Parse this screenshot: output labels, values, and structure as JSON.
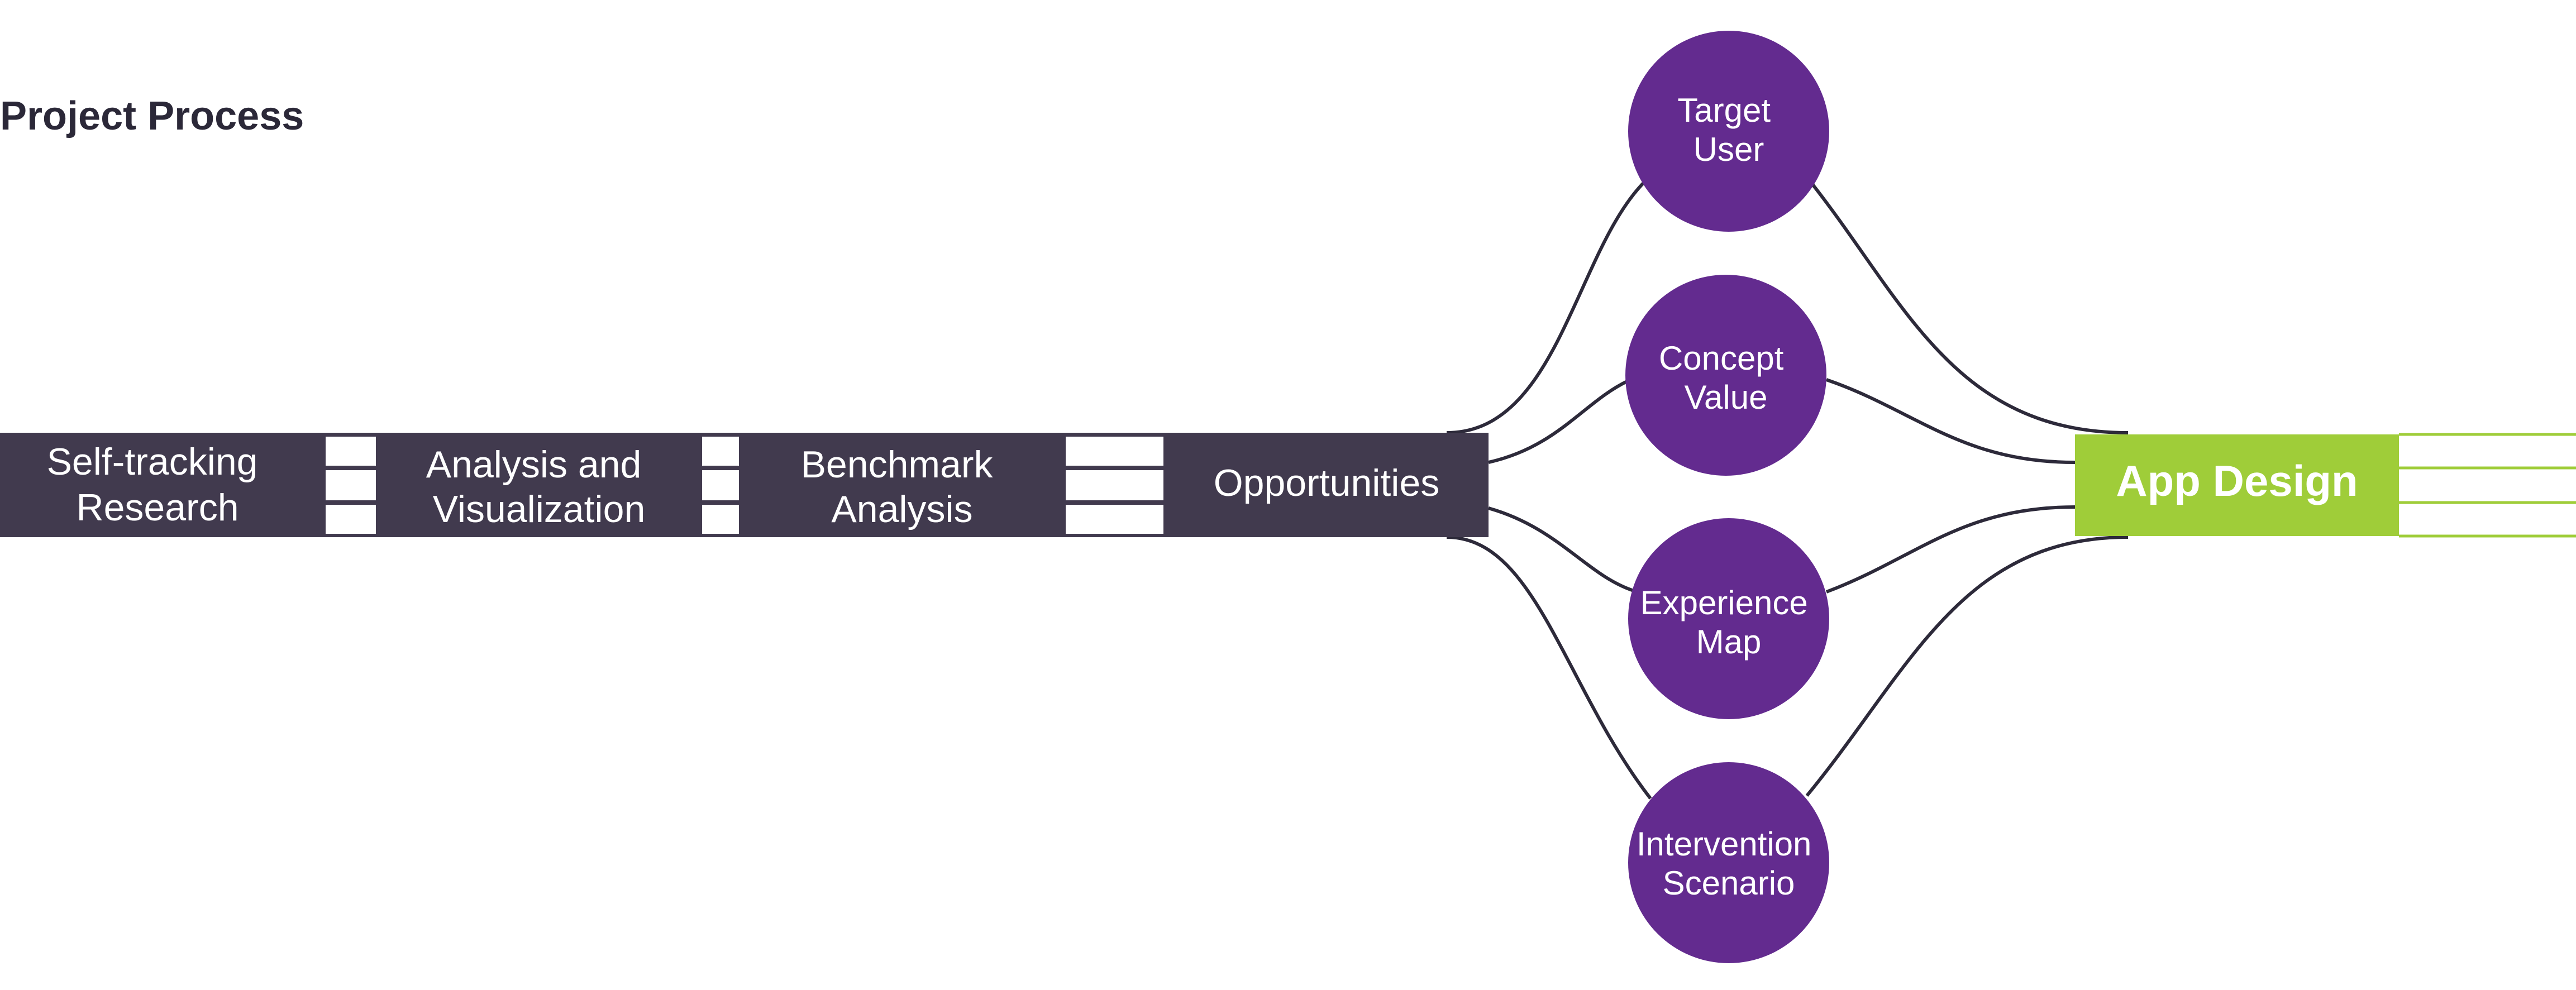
{
  "title": "Project Process",
  "colors": {
    "title": "#2b2838",
    "bar": "#413a4e",
    "bar_text": "#ffffff",
    "connector_line": "#2d2a3a",
    "node_fill": "#632b8f",
    "node_text": "#ffffff",
    "output_fill": "#9fcd39",
    "output_text": "#ffffff"
  },
  "steps": [
    {
      "lines": [
        "Self-tracking",
        "Research"
      ]
    },
    {
      "lines": [
        "Analysis and",
        "Visualization"
      ]
    },
    {
      "lines": [
        "Benchmark",
        "Analysis"
      ]
    },
    {
      "lines": [
        "Opportunities"
      ]
    }
  ],
  "nodes": [
    {
      "lines": [
        "Target",
        "User"
      ]
    },
    {
      "lines": [
        "Concept",
        "Value"
      ]
    },
    {
      "lines": [
        "Experience",
        "Map"
      ]
    },
    {
      "lines": [
        "Intervention",
        "Scenario"
      ]
    }
  ],
  "output": {
    "label": "App Design"
  }
}
